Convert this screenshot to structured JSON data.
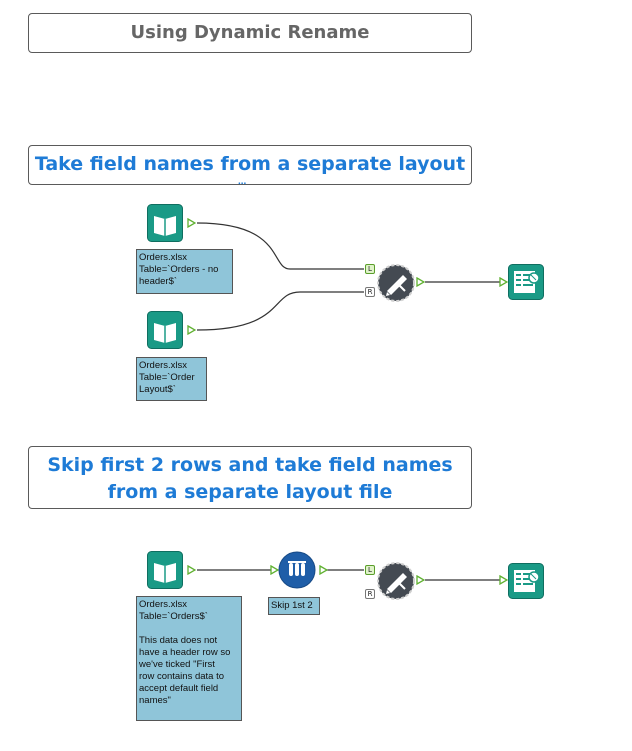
{
  "headers": {
    "main": "Using Dynamic Rename",
    "section1": "Take field names from a separate layout",
    "section1_overflow": "...",
    "section2_line1": "Skip first 2 rows and take field names",
    "section2_line2": "from a separate layout file"
  },
  "workflow1": {
    "input1_note": [
      "Orders.xlsx",
      "Table=`Orders - no",
      "header$`"
    ],
    "input2_note": [
      "Orders.xlsx",
      "Table=`Order",
      "Layout$`"
    ],
    "left_anchor": "L",
    "right_anchor": "R"
  },
  "workflow2": {
    "input_note": [
      "Orders.xlsx",
      "Table=`Orders$`",
      "",
      "This data does not",
      "have a header row so",
      "we've ticked \"First",
      "row contains data to",
      "accept default field",
      "names\""
    ],
    "sample_note": "Skip 1st 2",
    "left_anchor": "L",
    "right_anchor": "R"
  },
  "colors": {
    "input_tool": "#1a9a86",
    "connector": "#333333",
    "anchor_green": "#5fb130",
    "dynamic_rename_bg": "#444a52",
    "sample_tool": "#1f5ea8",
    "browse_tool": "#1a9a86",
    "note_bg": "#8fc5d9"
  },
  "icons": [
    "book-icon",
    "dynamic-rename-icon",
    "sample-icon",
    "browse-icon"
  ]
}
